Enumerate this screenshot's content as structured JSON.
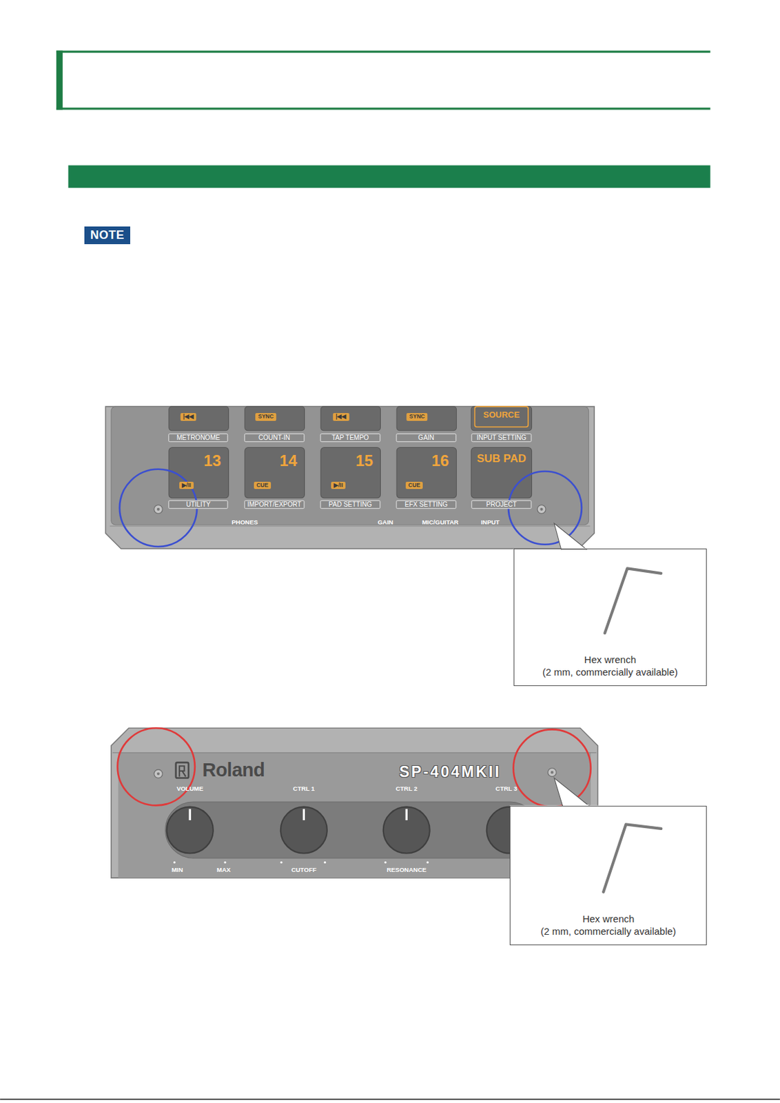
{
  "diagram": {
    "nodes": [
      {
        "text": [
          "NOTE"
        ]
      },
      {
        "text": [
          "Hex wrench",
          "(2 mm, commercially available)"
        ]
      },
      {
        "text": [
          "Hex wrench",
          "(2 mm, commercially available)"
        ]
      }
    ],
    "labels": [
      "METRONOME",
      "COUNT-IN",
      "TAP TEMPO",
      "GAIN",
      "INPUT SETTING",
      "SOURCE",
      "|◀◀",
      "SYNC",
      "|◀◀",
      "SYNC",
      "13",
      "14",
      "15",
      "16",
      "SUB PAD",
      "▶/II",
      "CUE",
      "▶/II",
      "CUE",
      "UTILITY",
      "IMPORT/EXPORT",
      "PAD SETTING",
      "EFX SETTING",
      "PROJECT",
      "PHONES",
      "GAIN",
      "MIC/GUITAR",
      "INPUT",
      "Roland",
      "SP-404MKII",
      "VOLUME",
      "CTRL 1",
      "CTRL 2",
      "CTRL 3",
      "MIN",
      "MAX",
      "CUTOFF",
      "RESONANCE"
    ]
  }
}
